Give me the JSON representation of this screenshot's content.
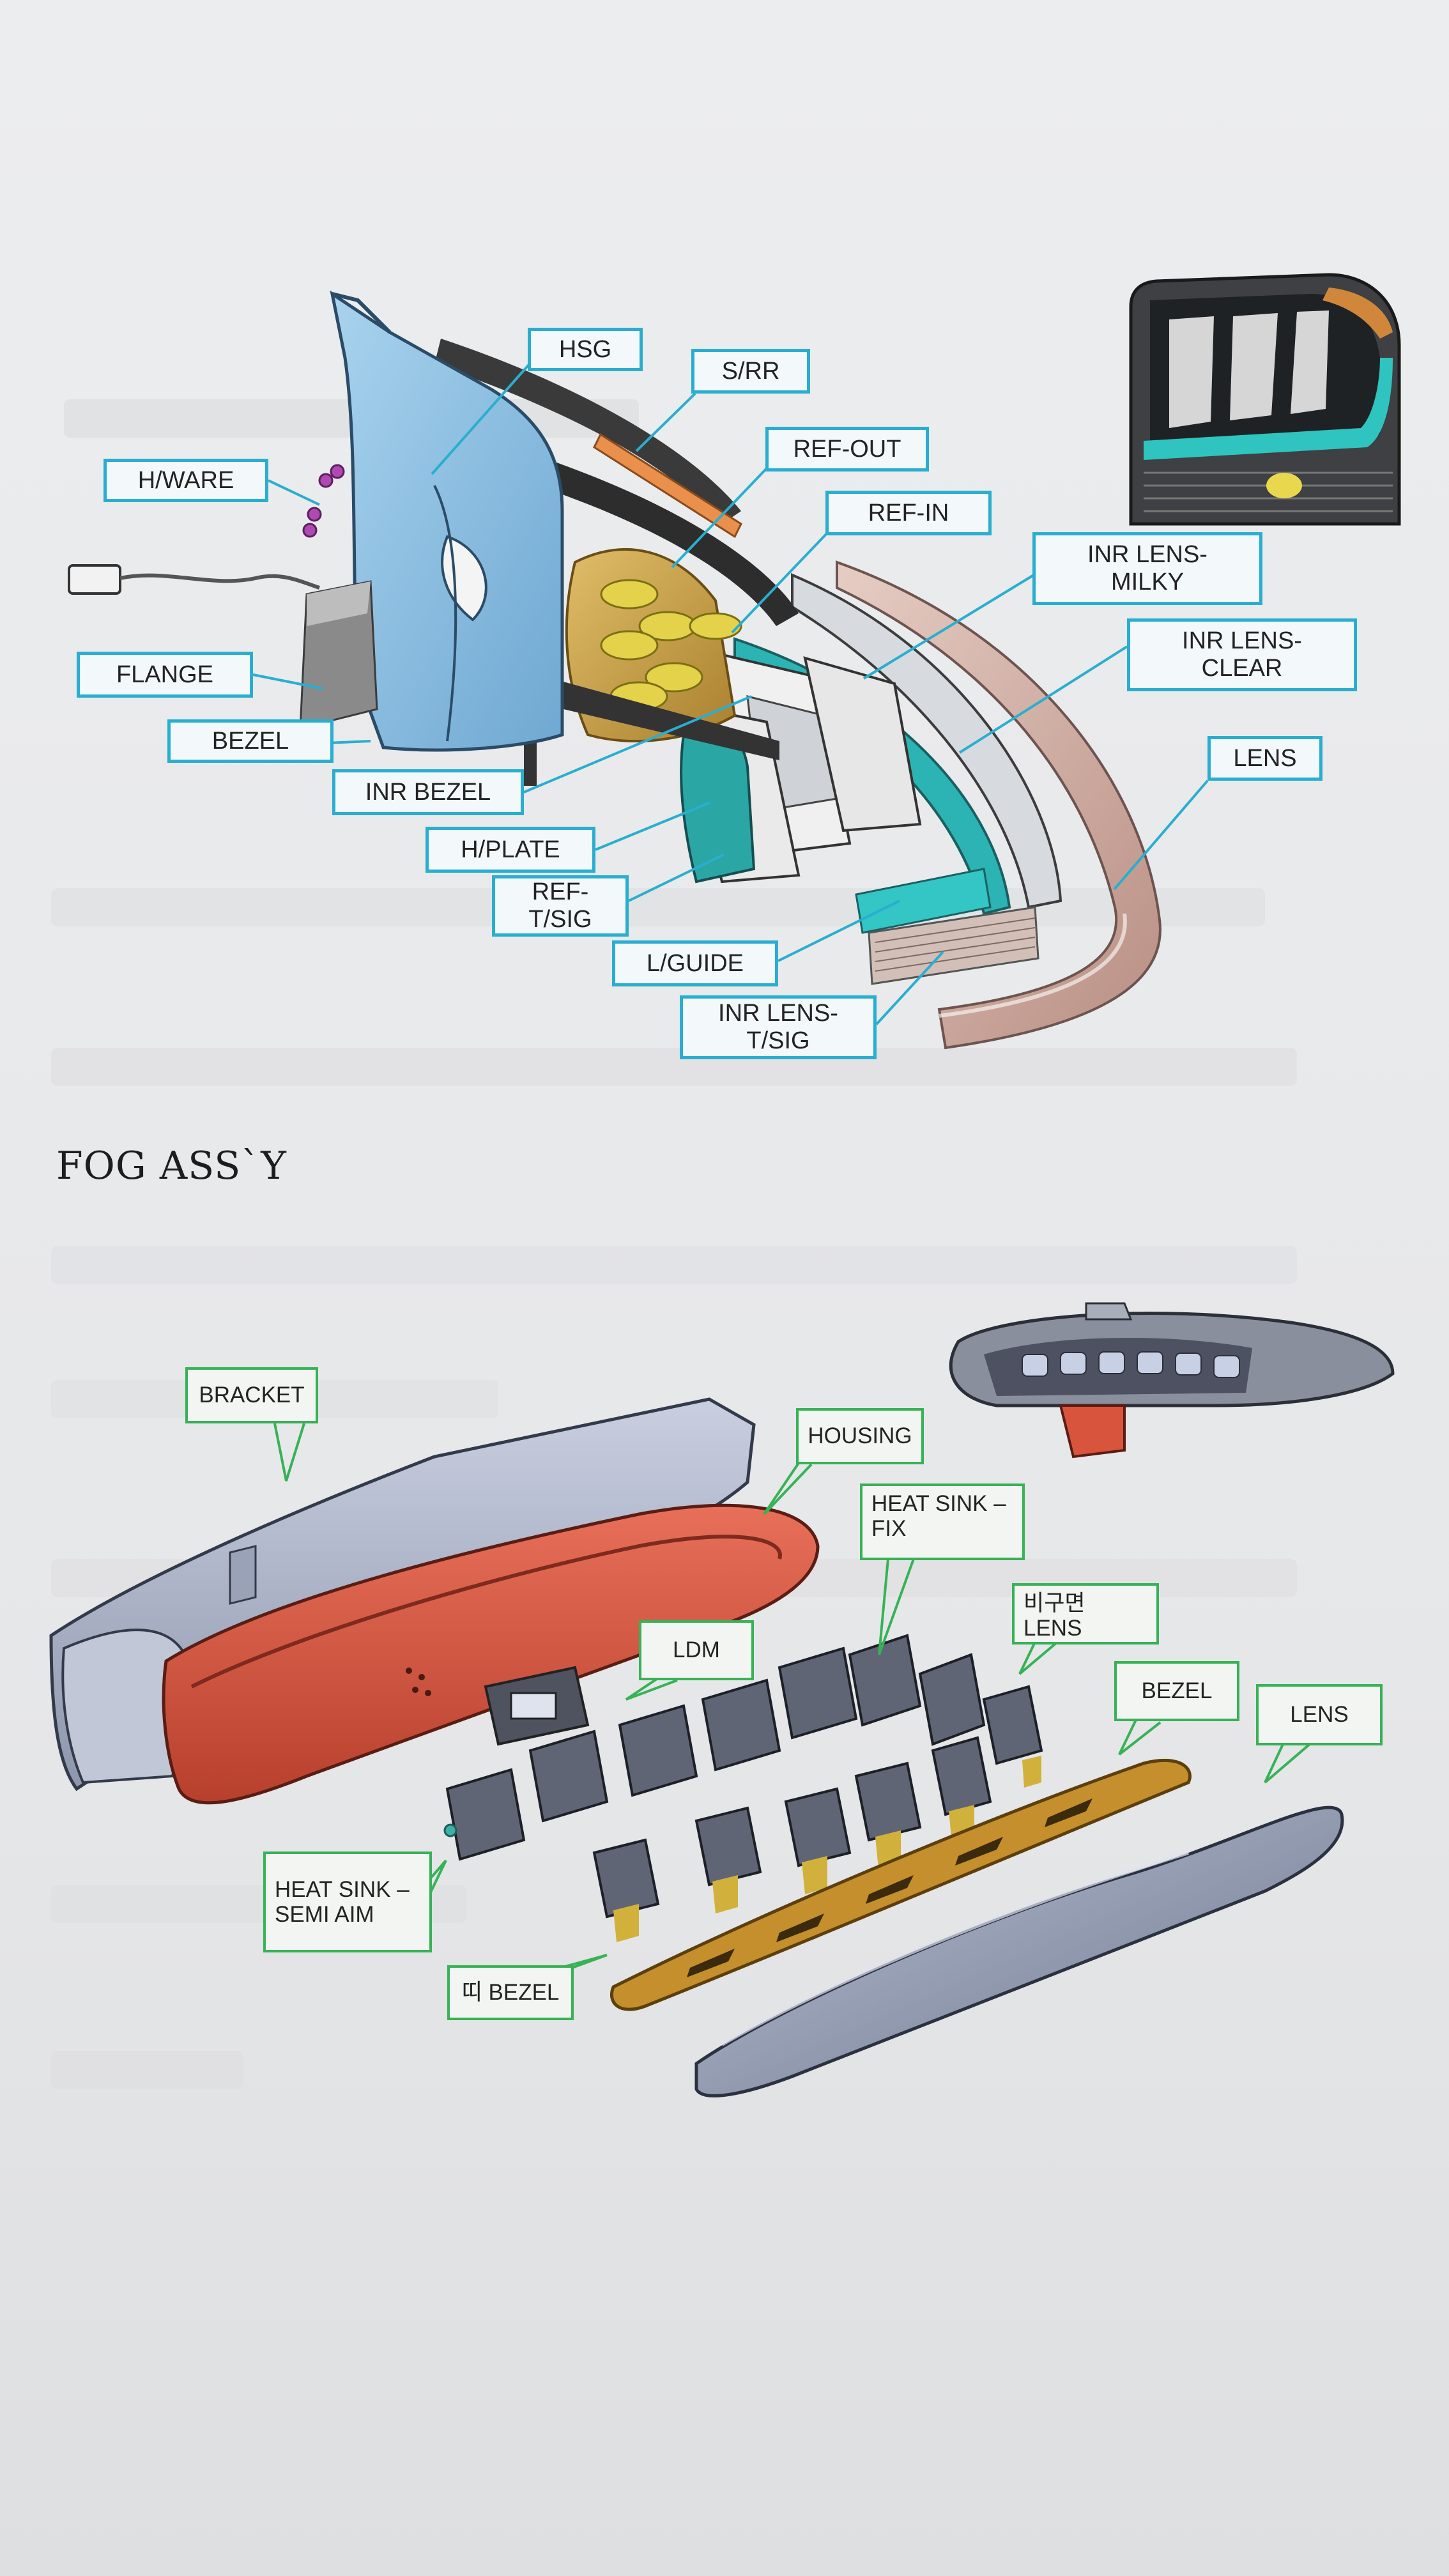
{
  "colors": {
    "tail_leader": "#2aaed0",
    "fog_leader": "#37b256",
    "housing_blue": "#8ec1e2",
    "reflector_gold": "#c9a24a",
    "inner_lens_teal": "#2cb3b3",
    "outer_lens_pink": "#caa89d",
    "fog_housing_red": "#d9543d",
    "fog_bracket_grey": "#aab1c8",
    "fog_bezel_gold": "#c48f2c",
    "fog_lens_grey": "#8b93a6"
  },
  "tail_assy": {
    "labels": {
      "hsg": "HSG",
      "s_rr": "S/RR",
      "h_ware": "H/WARE",
      "ref_out": "REF-OUT",
      "ref_in": "REF-IN",
      "inr_lens_milky": [
        "INR LENS-",
        "MILKY"
      ],
      "inr_lens_clear": [
        "INR LENS-",
        "CLEAR"
      ],
      "flange": "FLANGE",
      "bezel": "BEZEL",
      "inr_bezel": "INR BEZEL",
      "lens": "LENS",
      "h_plate": "H/PLATE",
      "ref_t_sig": [
        "REF-",
        "T/SIG"
      ],
      "l_guide": "L/GUIDE",
      "inr_lens_t_sig": [
        "INR LENS-",
        "T/SIG"
      ]
    }
  },
  "fog_assy": {
    "title": "FOG ASS`Y",
    "labels": {
      "bracket": "BRACKET",
      "housing": "HOUSING",
      "heat_sink_fix": [
        "HEAT SINK –",
        "FIX"
      ],
      "aspheric_lens": [
        "비구면",
        "LENS"
      ],
      "ldm": "LDM",
      "bezel": "BEZEL",
      "lens": "LENS",
      "heat_sink_semi_aim": [
        "HEAT SINK –",
        "SEMI AIM"
      ],
      "ddi_bezel": "띠 BEZEL"
    }
  }
}
